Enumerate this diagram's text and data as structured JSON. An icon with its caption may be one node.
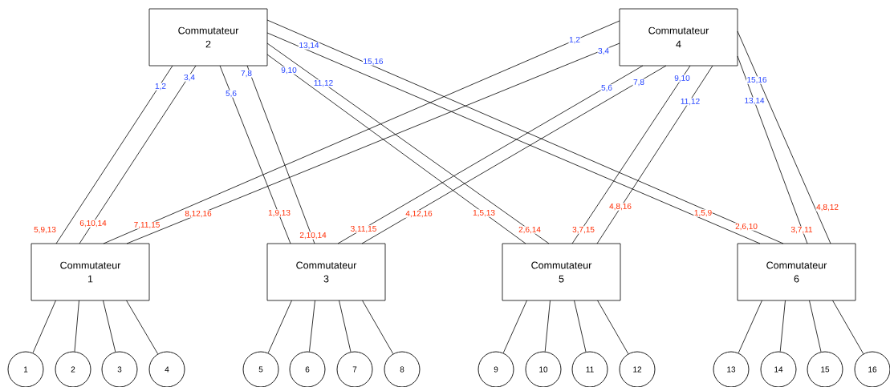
{
  "diagram": {
    "nodes": [
      {
        "text": [
          "Commutateur 2"
        ]
      },
      {
        "text": [
          "Commutateur 4"
        ]
      },
      {
        "text": [
          "Commutateur 1"
        ],
        "beside": [
          "5,9,13",
          "6,10,14",
          "7,11,15",
          "8,12,16"
        ]
      },
      {
        "text": [
          "Commutateur 3"
        ],
        "beside": [
          "1,9,13",
          "2,10,14",
          "3,11,15",
          "4,12,16"
        ]
      },
      {
        "text": [
          "Commutateur 5"
        ],
        "beside": [
          "1,5,13",
          "2,6,14",
          "3,7,15",
          "4,8,16"
        ]
      },
      {
        "text": [
          "Commutateur 6"
        ],
        "beside": [
          "1,5,9",
          "2,6,10",
          "3,7,11",
          "4,8,12"
        ]
      },
      {
        "text": [
          "1"
        ]
      },
      {
        "text": [
          "2"
        ]
      },
      {
        "text": [
          "3"
        ]
      },
      {
        "text": [
          "4"
        ]
      },
      {
        "text": [
          "5"
        ]
      },
      {
        "text": [
          "6"
        ]
      },
      {
        "text": [
          "7"
        ]
      },
      {
        "text": [
          "8"
        ]
      },
      {
        "text": [
          "9"
        ]
      },
      {
        "text": [
          "10"
        ]
      },
      {
        "text": [
          "11"
        ]
      },
      {
        "text": [
          "12"
        ]
      },
      {
        "text": [
          "13"
        ]
      },
      {
        "text": [
          "14"
        ]
      },
      {
        "text": [
          "15"
        ]
      },
      {
        "text": [
          "16"
        ]
      }
    ],
    "edges": [
      {
        "from": 0,
        "to": 2,
        "arrow": "none",
        "label": "1,2"
      },
      {
        "from": 0,
        "to": 2,
        "arrow": "none",
        "label": "3,4"
      },
      {
        "from": 0,
        "to": 3,
        "arrow": "none",
        "label": "5,6"
      },
      {
        "from": 0,
        "to": 3,
        "arrow": "none",
        "label": "7,8"
      },
      {
        "from": 0,
        "to": 4,
        "arrow": "none",
        "label": "9,10"
      },
      {
        "from": 0,
        "to": 4,
        "arrow": "none",
        "label": "11,12"
      },
      {
        "from": 0,
        "to": 5,
        "arrow": "none",
        "label": "13,14"
      },
      {
        "from": 0,
        "to": 5,
        "arrow": "none",
        "label": "15,16"
      },
      {
        "from": 1,
        "to": 2,
        "arrow": "none",
        "label": "1,2"
      },
      {
        "from": 1,
        "to": 2,
        "arrow": "none",
        "label": "3,4"
      },
      {
        "from": 1,
        "to": 3,
        "arrow": "none",
        "label": "5,6"
      },
      {
        "from": 1,
        "to": 3,
        "arrow": "none",
        "label": "7,8"
      },
      {
        "from": 1,
        "to": 4,
        "arrow": "none",
        "label": "9,10"
      },
      {
        "from": 1,
        "to": 4,
        "arrow": "none",
        "label": "11,12"
      },
      {
        "from": 1,
        "to": 5,
        "arrow": "none",
        "label": "13,14"
      },
      {
        "from": 1,
        "to": 5,
        "arrow": "none",
        "label": "15,16"
      },
      {
        "from": 2,
        "to": 6,
        "arrow": "none"
      },
      {
        "from": 2,
        "to": 7,
        "arrow": "none"
      },
      {
        "from": 2,
        "to": 8,
        "arrow": "none"
      },
      {
        "from": 2,
        "to": 9,
        "arrow": "none"
      },
      {
        "from": 3,
        "to": 10,
        "arrow": "none"
      },
      {
        "from": 3,
        "to": 11,
        "arrow": "none"
      },
      {
        "from": 3,
        "to": 12,
        "arrow": "none"
      },
      {
        "from": 3,
        "to": 13,
        "arrow": "none"
      },
      {
        "from": 4,
        "to": 14,
        "arrow": "none"
      },
      {
        "from": 4,
        "to": 15,
        "arrow": "none"
      },
      {
        "from": 4,
        "to": 16,
        "arrow": "none"
      },
      {
        "from": 4,
        "to": 17,
        "arrow": "none"
      },
      {
        "from": 5,
        "to": 18,
        "arrow": "none"
      },
      {
        "from": 5,
        "to": 19,
        "arrow": "none"
      },
      {
        "from": 5,
        "to": 20,
        "arrow": "none"
      },
      {
        "from": 5,
        "to": 21,
        "arrow": "none"
      }
    ]
  }
}
